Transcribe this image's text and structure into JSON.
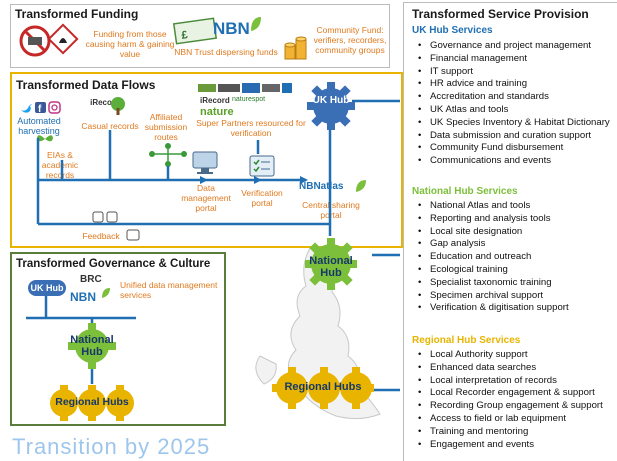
{
  "funding": {
    "title": "Transformed Funding",
    "harm_text": "Funding from those causing harm & gaining value",
    "nbn_logo": "NBN",
    "nbn_text": "NBN Trust dispersing funds",
    "community_text": "Community Fund: verifiers, recorders, community groups"
  },
  "data_flows": {
    "title": "Transformed Data Flows",
    "automated_harvesting": "Automated harvesting",
    "irecord_1": "iRecord",
    "casual_records": "Casual records",
    "affiliated_routes": "Affiliated submission routes",
    "super_partners": "Super Partners resourced for verification",
    "eias": "EIAs & academic records",
    "data_management_portal": "Data management portal",
    "verification_portal": "Verification portal",
    "central_sharing_portal": "Central sharing portal",
    "nbn_atlas": "NBNatlas",
    "feedback": "Feedback",
    "irecord_2": "iRecord",
    "naturespot": "naturespot",
    "nature_logo": "nature"
  },
  "governance": {
    "title": "Transformed Governance & Culture",
    "uk_hub": "UK Hub",
    "brc": "BRC",
    "nbn": "NBN",
    "unified": "Unified data management services",
    "national_hub": "National Hub",
    "regional_hubs": "Regional Hubs"
  },
  "map": {
    "uk_hub": "UK Hub",
    "national_hub": "National Hub",
    "regional_hubs": "Regional Hubs"
  },
  "footer": {
    "transition": "Transition by 2025"
  },
  "services": {
    "title": "Transformed Service Provision",
    "uk_hub_title": "UK Hub Services",
    "uk_hub_items": [
      "Governance and project management",
      "Financial management",
      "IT support",
      "HR advice and training",
      "Accreditation and standards",
      "UK Atlas and tools",
      "UK Species Inventory & Habitat Dictionary",
      "Data submission and curation support",
      "Community Fund disbursement",
      "Communications and events"
    ],
    "national_hub_title": "National Hub Services",
    "national_hub_items": [
      "National Atlas and tools",
      "Reporting and analysis tools",
      "Local site designation",
      "Gap analysis",
      "Education and outreach",
      "Ecological training",
      "Specialist taxonomic training",
      "Specimen archival support",
      "Verification & digitisation support"
    ],
    "regional_hub_title": "Regional Hub Services",
    "regional_hub_items": [
      "Local Authority support",
      "Enhanced data searches",
      "Local interpretation of records",
      "Local Recorder engagement & support",
      "Recording Group engagement & support",
      "Access to field or lab equipment",
      "Training and mentoring",
      "Engagement and events"
    ]
  },
  "colors": {
    "blue": "#1f6fb2",
    "orange": "#e07a1f",
    "gold": "#e8b400",
    "green_border": "#5a7d3a",
    "gear_blue": "#3a6eb5"
  },
  "icons": [
    "no-entry-icon",
    "hazard-icon",
    "banknote-icon",
    "coins-icon",
    "twitter-icon",
    "facebook-icon",
    "instagram-icon",
    "tree-icon",
    "computer-icon",
    "checklist-icon",
    "thumbs-icon",
    "gear-icon",
    "butterfly-icon",
    "uk-map"
  ]
}
